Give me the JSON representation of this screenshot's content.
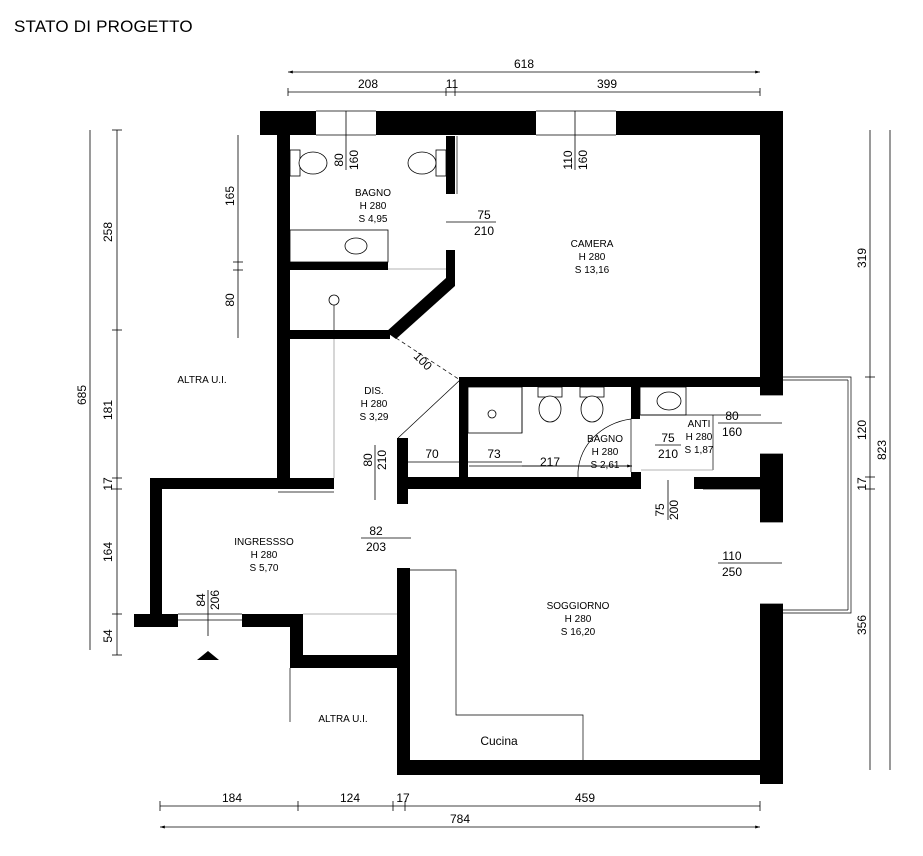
{
  "title": "STATO DI PROGETTO",
  "rooms": [
    {
      "key": "bagno1",
      "name": "BAGNO",
      "h": "H 280",
      "s": "S 4,95"
    },
    {
      "key": "camera",
      "name": "CAMERA",
      "h": "H 280",
      "s": "S 13,16"
    },
    {
      "key": "dis",
      "name": "DIS.",
      "h": "H 280",
      "s": "S 3,29"
    },
    {
      "key": "bagno2",
      "name": "BAGNO",
      "h": "H 280",
      "s": "S 2,61"
    },
    {
      "key": "anti",
      "name": "ANTI",
      "h": "H 280",
      "s": "S 1,87"
    },
    {
      "key": "ingresso",
      "name": "INGRESSSO",
      "h": "H 280",
      "s": "S 5,70"
    },
    {
      "key": "soggiorno",
      "name": "SOGGIORNO",
      "h": "H 280",
      "s": "S 16,20"
    }
  ],
  "labels": {
    "altra_ui_left": "ALTRA U.I.",
    "altra_ui_bottom": "ALTRA U.I.",
    "cucina": "Cucina"
  },
  "dimensions": {
    "top_total": "618",
    "top_208": "208",
    "top_11": "11",
    "top_399": "399",
    "left_685": "685",
    "left_258": "258",
    "left_181": "181",
    "left_17": "17",
    "left_164": "164",
    "left_54": "54",
    "inner_165": "165",
    "inner_80": "80",
    "diag_100": "100",
    "h_70": "70",
    "h_73": "73",
    "h_217": "217",
    "right_319": "319",
    "right_120": "120",
    "right_17": "17",
    "right_356": "356",
    "right_823": "823",
    "bottom_184": "184",
    "bottom_124": "124",
    "bottom_17": "17",
    "bottom_459": "459",
    "bottom_784": "784"
  },
  "openings": {
    "win_bagno": {
      "w": "80",
      "h": "160"
    },
    "win_camera": {
      "w": "110",
      "h": "160"
    },
    "door_bagno_camera": {
      "w": "75",
      "h": "210"
    },
    "door_dis": {
      "w": "80",
      "h": "210"
    },
    "door_bagno2": {
      "w": "75",
      "h": "210"
    },
    "win_anti": {
      "w": "80",
      "h": "160"
    },
    "door_soggiorno": {
      "w": "75",
      "h": "200"
    },
    "door_ingresso": {
      "w": "82",
      "h": "203"
    },
    "entrance": {
      "w": "84",
      "h": "206"
    },
    "win_soggiorno": {
      "w": "110",
      "h": "250"
    }
  }
}
